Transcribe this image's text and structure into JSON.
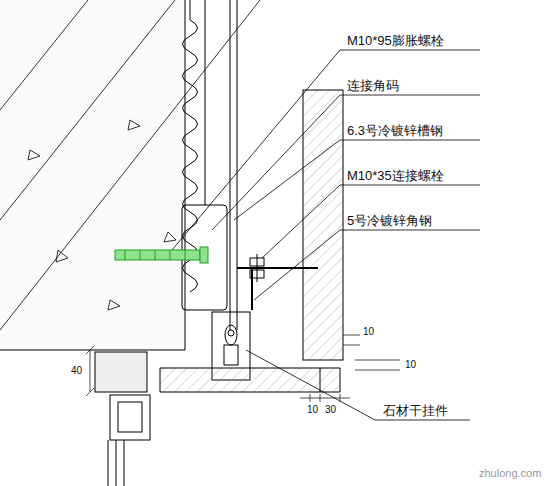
{
  "diagram": {
    "labels": [
      "M10*95膨胀螺栓",
      "连接角码",
      "6.3号冷镀锌槽钢",
      "M10*35连接螺栓",
      "5号冷镀锌角钢",
      "石材干挂件",
      "40",
      "10",
      "10",
      "10",
      "30",
      "zhulong.com"
    ]
  }
}
